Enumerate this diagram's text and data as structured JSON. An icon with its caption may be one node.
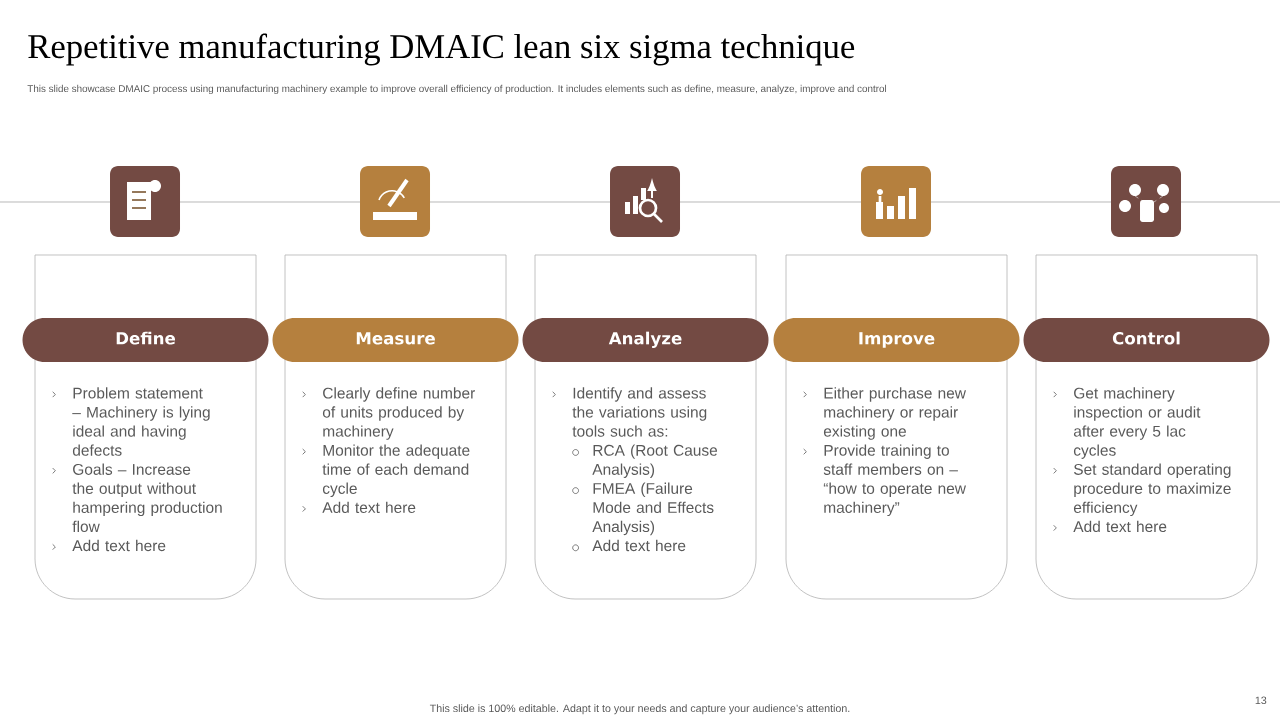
{
  "diagram": {
    "title": "Repetitive manufacturing DMAIC lean six sigma technique",
    "nodes": [
      {
        "text": [
          "Define"
        ]
      },
      {
        "text": [
          "Problem statement – Machinery is lying ideal and having defects",
          "Goals – Increase the output without hampering production flow",
          "Add text here"
        ]
      },
      {
        "text": [
          "Measure"
        ]
      },
      {
        "text": [
          "Clearly define number of units produced by machinery",
          "Monitor the adequate time of each demand cycle",
          "Add text here"
        ]
      },
      {
        "text": [
          "Analyze"
        ]
      },
      {
        "text": [
          "Identify and assess the variations using tools such as:",
          "RCA (Root Cause Analysis)",
          "FMEA (Failure Mode and Effects Analysis)",
          "Add text here"
        ]
      },
      {
        "text": [
          "Improve"
        ]
      },
      {
        "text": [
          "Either purchase new machinery or repair existing one",
          "Provide training to staff members on – “how to operate new machinery”"
        ]
      },
      {
        "text": [
          "Control"
        ]
      },
      {
        "text": [
          "Get machinery inspection or audit after every 5 lac cycles",
          "Set standard operating procedure to maximize efficiency",
          "Add text here"
        ]
      }
    ],
    "labels": [
      "This slide showcase DMAIC process using manufacturing machinery example to improve overall efficiency of production. It includes elements such as define, measure, analyze, improve and control",
      "This slide is 100% editable. Adapt it to your needs and capture your audience’s attention.",
      "13"
    ]
  }
}
